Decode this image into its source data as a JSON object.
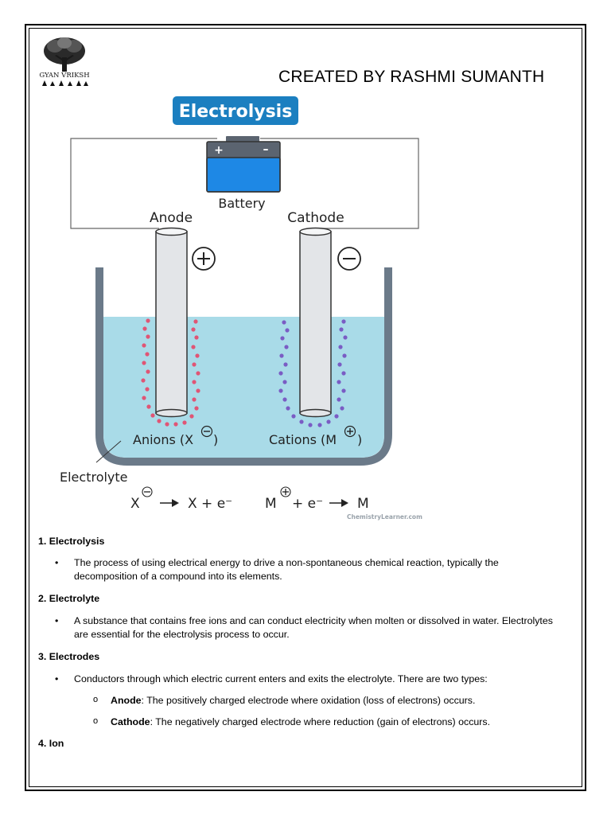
{
  "header": {
    "author": "CREATED BY RASHMI SUMANTH",
    "logo_text": "GYAN VRIKSH"
  },
  "diagram": {
    "title": "Electrolysis",
    "battery_label": "Battery",
    "battery_plus": "+",
    "battery_minus": "–",
    "anode_label": "Anode",
    "cathode_label": "Cathode",
    "anions_label": "Anions (X",
    "cations_label": "Cations (M",
    "paren_close": ")",
    "electrolyte_label": "Electrolyte",
    "eq_left_x": "X",
    "eq_left_result": "X + e⁻",
    "eq_right_m": "M",
    "eq_right_plus": "+ e⁻",
    "eq_right_result": "M",
    "watermark": "ChemistryLearner.com"
  },
  "sections": [
    {
      "heading": "1. Electrolysis",
      "text": "The process of using electrical energy to drive a non-spontaneous chemical reaction, typically the decomposition of a compound into its elements."
    },
    {
      "heading": "2. Electrolyte",
      "text": "A substance that contains free ions and can conduct electricity when molten or dissolved in water. Electrolytes are essential for the electrolysis process to occur."
    },
    {
      "heading": "3. Electrodes",
      "text": "Conductors through which electric current enters and exits the electrolyte. There are two types:"
    },
    {
      "heading": "4. Ion"
    }
  ],
  "subitems": [
    {
      "term": "Anode",
      "text": ": The positively charged electrode where oxidation (loss of electrons) occurs."
    },
    {
      "term": "Cathode",
      "text": ": The negatively charged electrode where reduction (gain of electrons) occurs."
    }
  ],
  "colors": {
    "title_bg": "#1b7fc0",
    "battery_body": "#1e88e5",
    "battery_top": "#5b6470",
    "electrolyte": "#a9dbe8",
    "container": "#6b7a89",
    "anion_dots": "#e05575",
    "cation_dots": "#7a5cc4"
  }
}
